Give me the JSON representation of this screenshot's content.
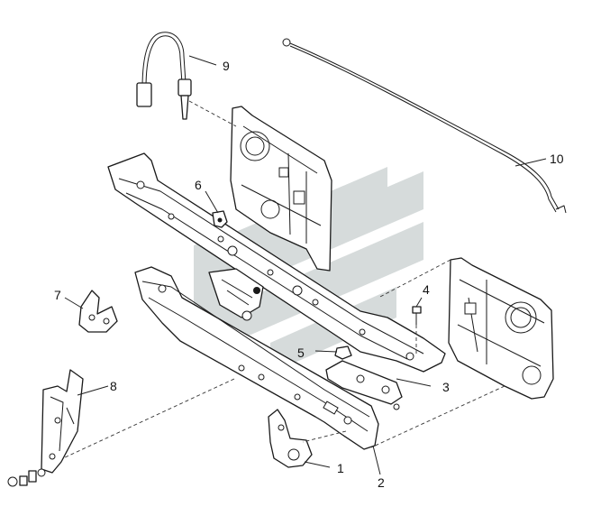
{
  "callouts": [
    {
      "id": "1",
      "label": "1"
    },
    {
      "id": "2",
      "label": "2"
    },
    {
      "id": "3",
      "label": "3"
    },
    {
      "id": "4",
      "label": "4"
    },
    {
      "id": "5",
      "label": "5"
    },
    {
      "id": "6",
      "label": "6"
    },
    {
      "id": "7",
      "label": "7"
    },
    {
      "id": "8",
      "label": "8"
    },
    {
      "id": "9",
      "label": "9"
    },
    {
      "id": "10",
      "label": "10"
    }
  ],
  "colors": {
    "line": "#1a1a1a",
    "watermark": "#c9cfcf",
    "background": "#ffffff"
  }
}
